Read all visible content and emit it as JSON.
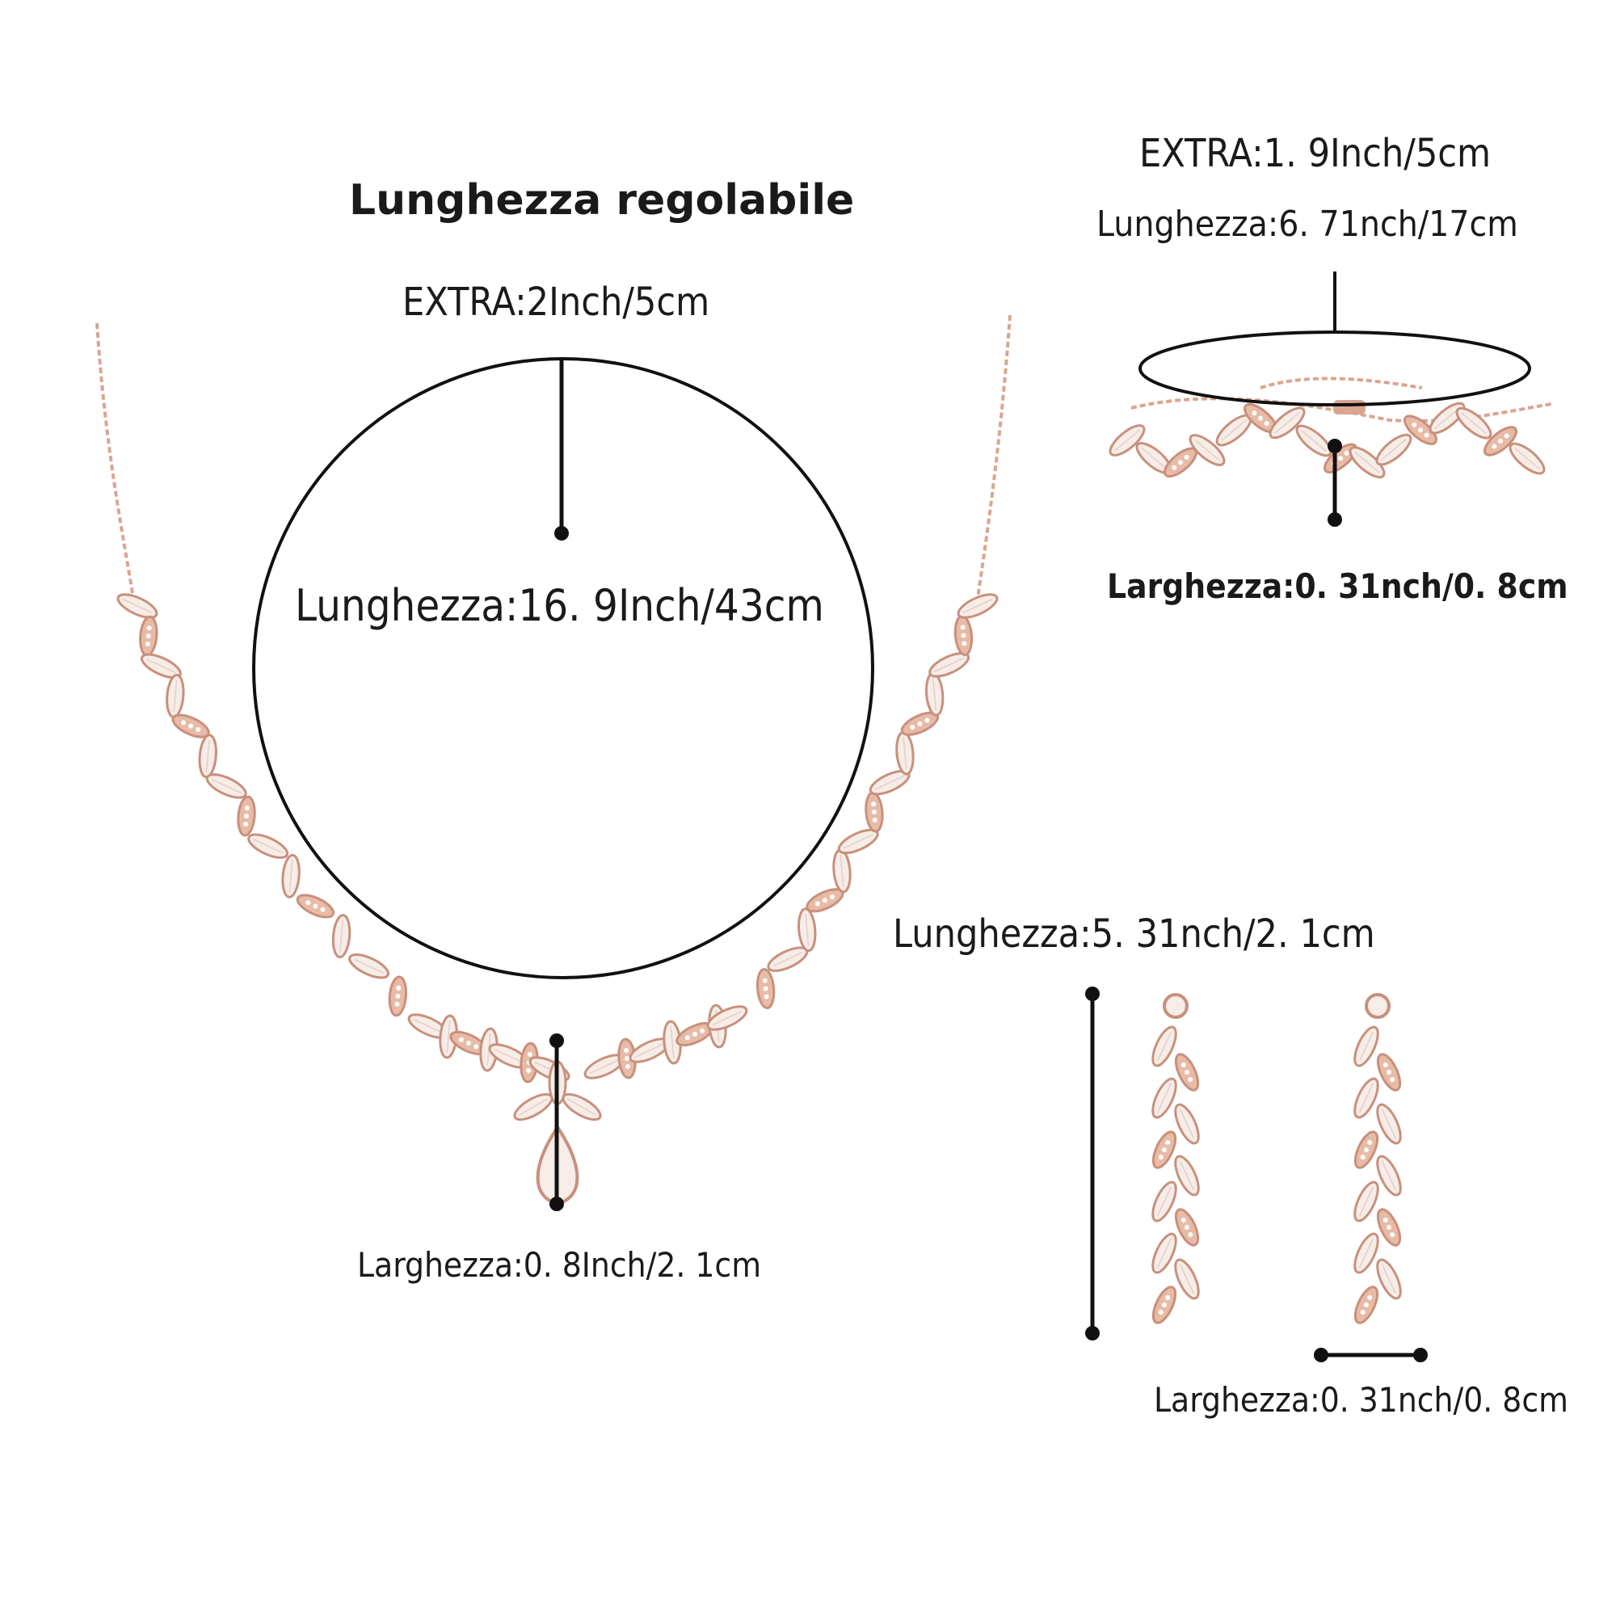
{
  "necklace": {
    "title": "Lunghezza regolabile",
    "extra": "EXTRA:2Inch/5cm",
    "length": "Lunghezza:16. 9Inch/43cm",
    "width": "Larghezza:0. 8Inch/2. 1cm"
  },
  "bracelet": {
    "extra": "EXTRA:1. 9Inch/5cm",
    "length": "Lunghezza:6. 71nch/17cm",
    "width": "Larghezza:0. 31nch/0. 8cm"
  },
  "earrings": {
    "length": "Lunghezza:5. 31nch/2. 1cm",
    "width": "Larghezza:0. 31nch/0. 8cm"
  },
  "colors": {
    "metal": "#d9a58f",
    "gem": "#f6ece8",
    "gem_edge": "#c8907c",
    "line": "#111111"
  }
}
